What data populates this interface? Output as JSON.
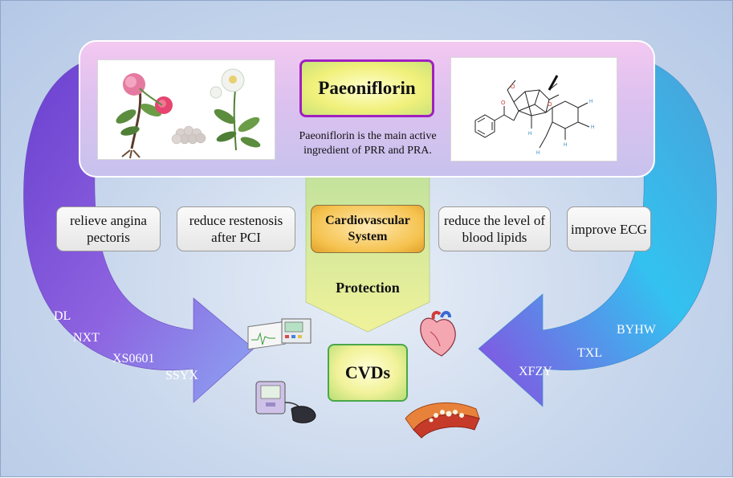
{
  "top_panel": {
    "title": "Paeoniflorin",
    "description": "Paeoniflorin is the main active ingredient of PRR and PRA."
  },
  "effects": {
    "angina": "relieve angina pectoris",
    "restenosis": "reduce restenosis after PCI",
    "center": "Cardiovascular System",
    "lipids": "reduce the level of blood lipids",
    "ecg": "improve ECG"
  },
  "protection_label": "Protection",
  "target_label": "CVDs",
  "left_arrow_items": [
    "DL",
    "NXT",
    "XS0601",
    "SSYX"
  ],
  "right_arrow_items": [
    "BYHW",
    "TXL",
    "XFZY"
  ],
  "structure_atoms": [
    "O",
    "O",
    "O",
    "H",
    "H",
    "H",
    "H",
    "H"
  ],
  "colors": {
    "left_arrow_top": "#7b57d8",
    "left_arrow_bottom": "#8ba4f2",
    "right_arrow_top": "#7a40d8",
    "right_arrow_bottom": "#2fc3f2",
    "down_arrow_top": "#c9e6a4",
    "down_arrow_bottom": "#ecf29a"
  },
  "icons": [
    "peony-plant-icon",
    "peony-white-flower-icon",
    "tablets-icon",
    "ecg-machine-icon",
    "heart-icon",
    "blood-pressure-monitor-icon",
    "artery-plaque-icon"
  ]
}
